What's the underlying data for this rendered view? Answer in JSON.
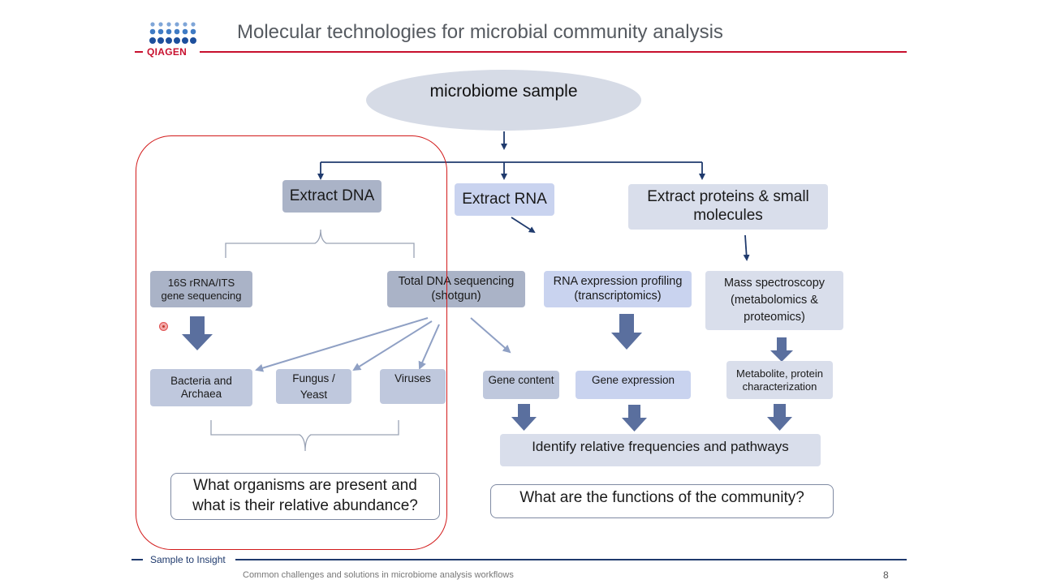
{
  "header": {
    "logo_text": "QIAGEN",
    "title": "Molecular technologies for microbial community analysis"
  },
  "diagram": {
    "root": "microbiome sample",
    "extract_dna": "Extract DNA",
    "extract_rna": "Extract RNA",
    "extract_proteins": "Extract proteins & small molecules",
    "rrna_seq": "16S rRNA/ITS gene sequencing",
    "total_dna": "Total DNA sequencing (shotgun)",
    "rna_profiling": "RNA expression profiling (transcriptomics)",
    "mass_spec": "Mass spectroscopy (metabolomics & proteomics)",
    "bacteria": "Bacteria and Archaea",
    "fungus": "Fungus / Yeast",
    "viruses": "Viruses",
    "gene_content": "Gene content",
    "gene_expression": "Gene expression",
    "metabolite": "Metabolite, protein characterization",
    "identify": "Identify relative frequencies and pathways",
    "question_organisms": "What organisms are present and what is their relative abundance?",
    "question_functions": "What are the functions of the community?"
  },
  "footer": {
    "tagline": "Sample to Insight",
    "subtitle": "Common challenges and solutions in microbiome analysis workflows",
    "page_number": "8"
  },
  "colors": {
    "brand_red": "#c8102e",
    "navy": "#1f3a6d",
    "arrow_blue": "#5a6f9e",
    "highlight_red": "#d21a1a"
  }
}
